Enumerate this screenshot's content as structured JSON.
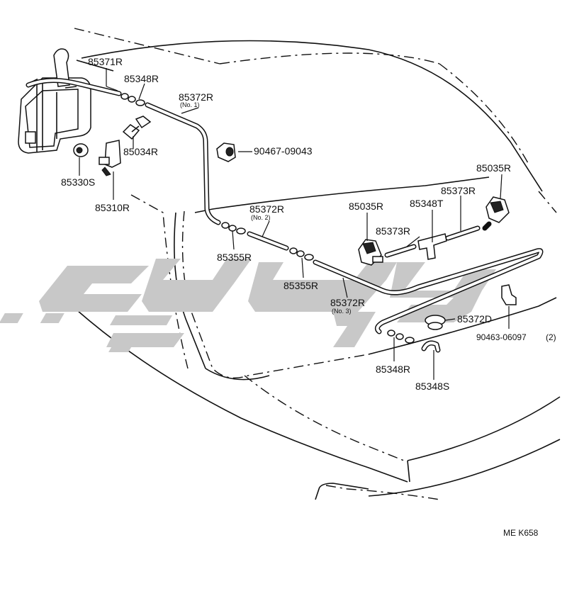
{
  "diagram_code": "ME K658",
  "watermark_text": "ﺗﻴﺒﺎﺭ",
  "parts": {
    "reservoir_hose": "85371R",
    "joint_top": "85348R",
    "hose_no1": "85372R",
    "hose_no1_note": "(No. 1)",
    "clip_code": "90467-09043",
    "grommet_small": "85034R",
    "cap": "85330S",
    "pump": "85310R",
    "hose_no2": "85372R",
    "hose_no2_note": "(No. 2)",
    "check_valve_1": "85355R",
    "check_valve_2": "85355R",
    "hose_no3": "85372R",
    "hose_no3_note": "(No. 3)",
    "nozzle_left": "85035R",
    "nozzle_right": "85035R",
    "tee_joint": "85348T",
    "hose_short_left": "85373R",
    "hose_short_right": "85373R",
    "grommet": "85372D",
    "clip_code_2": "90463-06097",
    "clip_qty": "(2)",
    "joint_bottom": "85348R",
    "elbow": "85348S"
  },
  "colors": {
    "ink": "#111111",
    "watermark": "#c8c8c8"
  }
}
